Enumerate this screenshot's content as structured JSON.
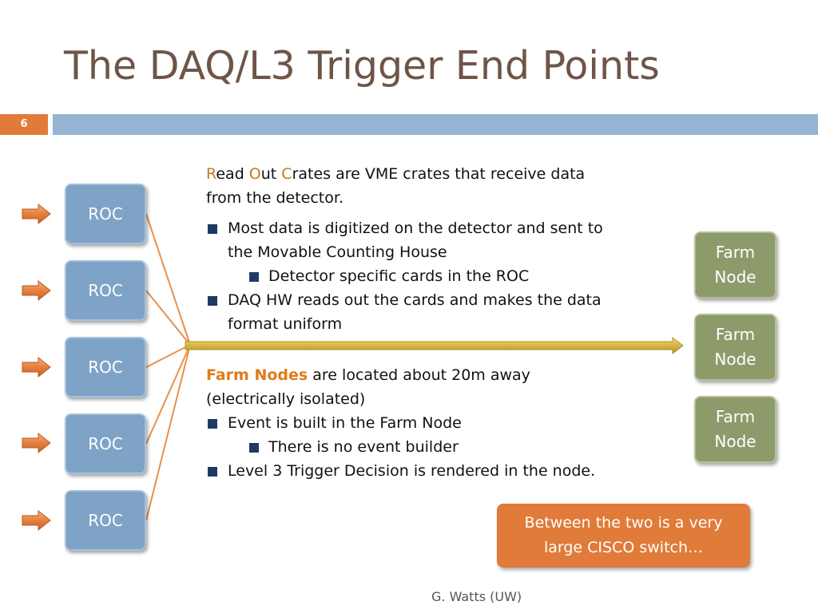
{
  "slide": {
    "title": "The DAQ/L3 Trigger End Points",
    "page_number": "6",
    "footer": "G. Watts (UW)"
  },
  "roc_boxes": [
    "ROC",
    "ROC",
    "ROC",
    "ROC",
    "ROC"
  ],
  "farm_boxes": [
    {
      "line1": "Farm",
      "line2": "Node"
    },
    {
      "line1": "Farm",
      "line2": "Node"
    },
    {
      "line1": "Farm",
      "line2": "Node"
    }
  ],
  "roc_text": {
    "r": "R",
    "ead": "ead ",
    "o": "O",
    "ut": "ut ",
    "c": "C",
    "rates": "rates are VME crates that receive data",
    "line2": "from the detector.",
    "bullets": [
      {
        "level": 1,
        "line1": "Most data is digitized on the detector and sent to",
        "line2": "the Movable Counting House"
      },
      {
        "level": 2,
        "line1": "Detector specific cards in the ROC"
      },
      {
        "level": 1,
        "line1": "DAQ HW reads out the cards and makes the data",
        "line2": "format uniform"
      }
    ]
  },
  "farm_text": {
    "highlight": "Farm Nodes",
    "rest": " are located about 20m away",
    "line2": "(electrically isolated)",
    "bullets": [
      {
        "level": 1,
        "line1": "Event is built in the Farm Node"
      },
      {
        "level": 2,
        "line1": "There is no event builder"
      },
      {
        "level": 1,
        "line1": "Level 3 Trigger Decision is rendered in the node."
      }
    ]
  },
  "callout": {
    "line1": "Between the two is a very",
    "line2": "large CISCO switch…"
  },
  "colors": {
    "title": "#6e5548",
    "accent_orange": "#e07b39",
    "band_blue": "#93b5d1",
    "roc_blue": "#7ea3c6",
    "farm_green": "#8d9a6a",
    "bullet_navy": "#1e3a63",
    "bus_gold": "#d9b83f"
  }
}
